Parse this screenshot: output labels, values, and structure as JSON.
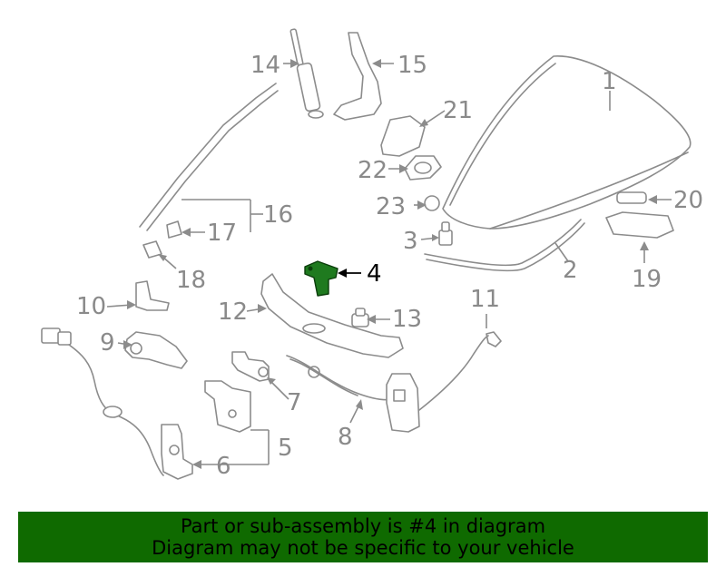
{
  "callouts": {
    "c1": "1",
    "c2": "2",
    "c3": "3",
    "c4": "4",
    "c5": "5",
    "c6": "6",
    "c7": "7",
    "c8": "8",
    "c9": "9",
    "c10": "10",
    "c11": "11",
    "c12": "12",
    "c13": "13",
    "c14": "14",
    "c15": "15",
    "c16": "16",
    "c17": "17",
    "c18": "18",
    "c19": "19",
    "c20": "20",
    "c21": "21",
    "c22": "22",
    "c23": "23"
  },
  "highlighted_part": "4",
  "colors": {
    "highlight": "#1f7a1f",
    "banner": "#0f6a00",
    "line": "#8c8c8c"
  },
  "banner": {
    "line1": "Part or sub-assembly is #4 in diagram",
    "line2": "Diagram may not be specific to your vehicle"
  }
}
